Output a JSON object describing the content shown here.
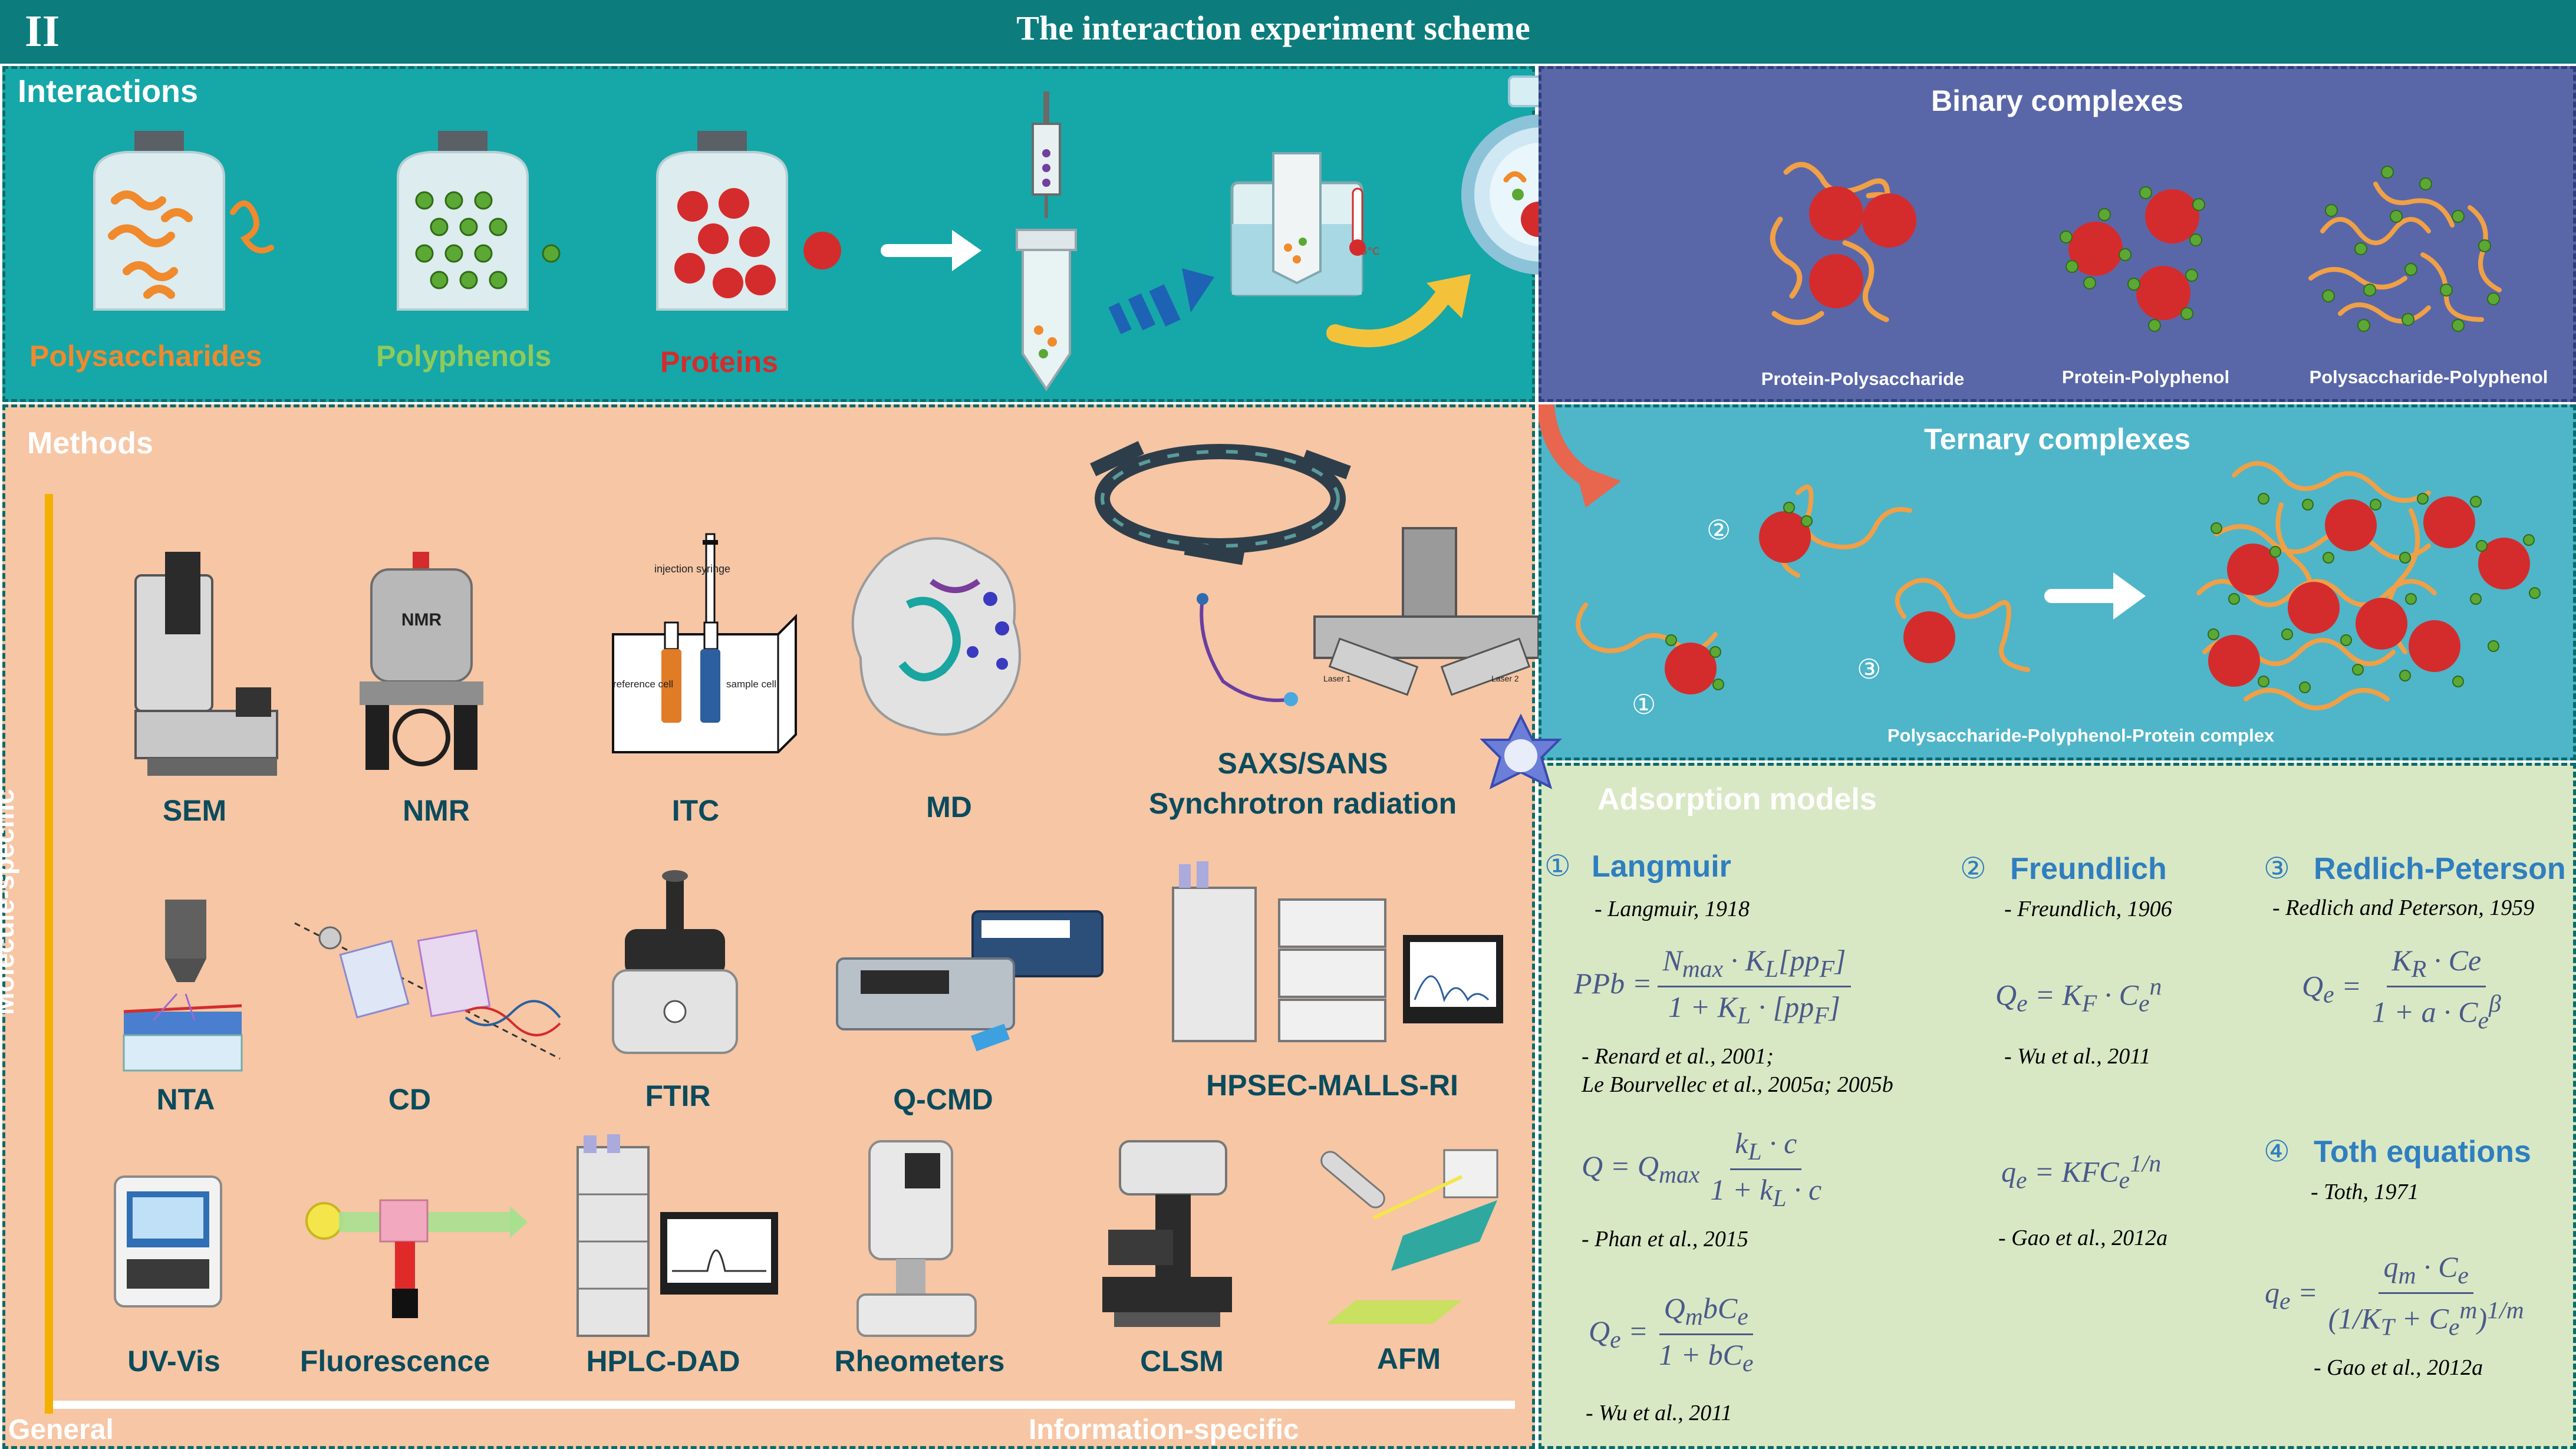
{
  "header": {
    "roman": "II",
    "title": "The interaction experiment scheme",
    "bg_color": "#0d7c7c"
  },
  "interactions": {
    "title": "Interactions",
    "polysaccharides": "Polysaccharides",
    "polyphenols": "Polyphenols",
    "proteins": "Proteins",
    "colors": {
      "polysaccharides": "#f08a2c",
      "polyphenols": "#8ecb5b",
      "proteins": "#d42c2c"
    },
    "thermo_label": "25°C"
  },
  "binary": {
    "title": "Binary complexes",
    "labels": [
      "Protein-Polysaccharide",
      "Protein-Polyphenol",
      "Polysaccharide-Polyphenol"
    ]
  },
  "ternary": {
    "title": "Ternary complexes",
    "numbers": [
      "①",
      "②",
      "③"
    ],
    "complex_label": "Polysaccharide-Polyphenol-Protein complex"
  },
  "methods": {
    "title": "Methods",
    "axis_y": "Molecule-specific",
    "axis_x_left": "General",
    "axis_x_right": "Information-specific",
    "row1": [
      "SEM",
      "NMR",
      "ITC",
      "MD",
      "SAXS/SANS",
      "Synchrotron radiation"
    ],
    "row2": [
      "NTA",
      "CD",
      "FTIR",
      "Q-CMD",
      "HPSEC-MALLS-RI"
    ],
    "row3": [
      "UV-Vis",
      "Fluorescence",
      "HPLC-DAD",
      "Rheometers",
      "CLSM",
      "AFM"
    ],
    "instrument_text": {
      "nmr": "NMR",
      "itc_syringe": "injection syringe",
      "itc_ref": "reference cell",
      "itc_sample": "sample cell",
      "laser1": "Laser 1",
      "laser2": "Laser 2"
    }
  },
  "adsorption": {
    "title": "Adsorption models",
    "langmuir": {
      "num": "①",
      "name": "Langmuir",
      "ref1": "- Langmuir, 1918",
      "ref2": "- Renard et al., 2001;",
      "ref3": "Le Bourvellec et al., 2005a; 2005b",
      "ref4": "- Phan et al., 2015",
      "ref5": "- Wu et al., 2011"
    },
    "freundlich": {
      "num": "②",
      "name": "Freundlich",
      "ref1": "- Freundlich, 1906",
      "ref2": "- Wu et al., 2011",
      "ref3": "- Gao et al., 2012a"
    },
    "redlich": {
      "num": "③",
      "name": "Redlich-Peterson",
      "ref1": "- Redlich and Peterson, 1959"
    },
    "toth": {
      "num": "④",
      "name": "Toth equations",
      "ref1": "- Toth, 1971",
      "ref2": "- Gao et al., 2012a"
    }
  }
}
